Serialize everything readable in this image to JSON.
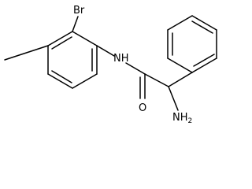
{
  "labels": {
    "br": "Br",
    "nh": "NH",
    "o": "O",
    "nh2_n": "NH",
    "nh2_sub": "2"
  }
}
